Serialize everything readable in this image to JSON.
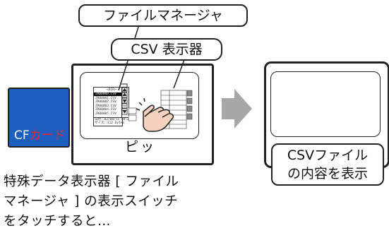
{
  "callouts": {
    "file_manager": "ファイルマネージャ",
    "csv_display": "CSV 表示器",
    "result": [
      "CSVファイル",
      "の内容を表示"
    ]
  },
  "cf_card": {
    "prefix": "CF",
    "suffix": "カード"
  },
  "sound": "ピッ",
  "caption": [
    "特殊データ表示器 [ ファイル",
    "マネージャ ] の表示スイッチ",
    "をタッチすると…"
  ],
  "file_list": {
    "dir": "<DIR>",
    "files": [
      "ZR00000.CSV",
      "ZR00001.CSV",
      "ZR00002.CSV",
      "ZR00003.CSV",
      "ZR00004.CSV",
      "ZR00005.CSV"
    ],
    "info_date": "日時：02/08/11 08:24",
    "info_size": "サイズ：112 bytes"
  },
  "colors": {
    "cf_blue": "#1c5fc0",
    "cf_red_text": "#ff1e1e",
    "arrow_gray": "#a7a7a7",
    "screen_gray": "#c8c8c8"
  }
}
